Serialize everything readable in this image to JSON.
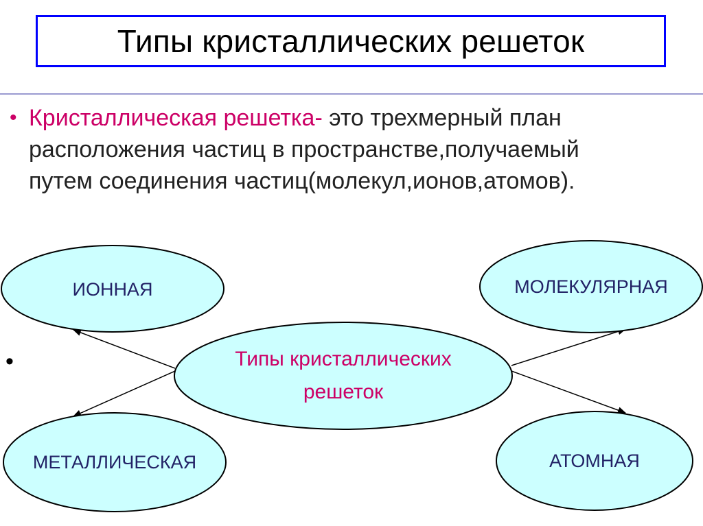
{
  "slide": {
    "title": "Типы кристаллических решеток"
  },
  "definition": {
    "bullet": "•",
    "term": "Кристаллическая решетка-",
    "line1_rest": " это трехмерный план",
    "line2": "расположения частиц в пространстве,получаемый",
    "line3": "путем соединения частиц(молекул,ионов,атомов)."
  },
  "diagram": {
    "extra_bullet": "•",
    "center": {
      "line1": "Типы кристаллических",
      "line2": "решеток"
    },
    "nodes": {
      "ionic": "ИОННАЯ",
      "molecular": "МОЛЕКУЛЯРНАЯ",
      "metallic": "МЕТАЛЛИЧЕСКАЯ",
      "atomic": "АТОМНАЯ"
    }
  },
  "colors": {
    "ellipse_fill": "#ccffff",
    "ellipse_stroke": "#000000",
    "title_border": "#0000ff",
    "term_color": "#cc0066",
    "center_text": "#cc0066",
    "node_text": "#222266"
  }
}
